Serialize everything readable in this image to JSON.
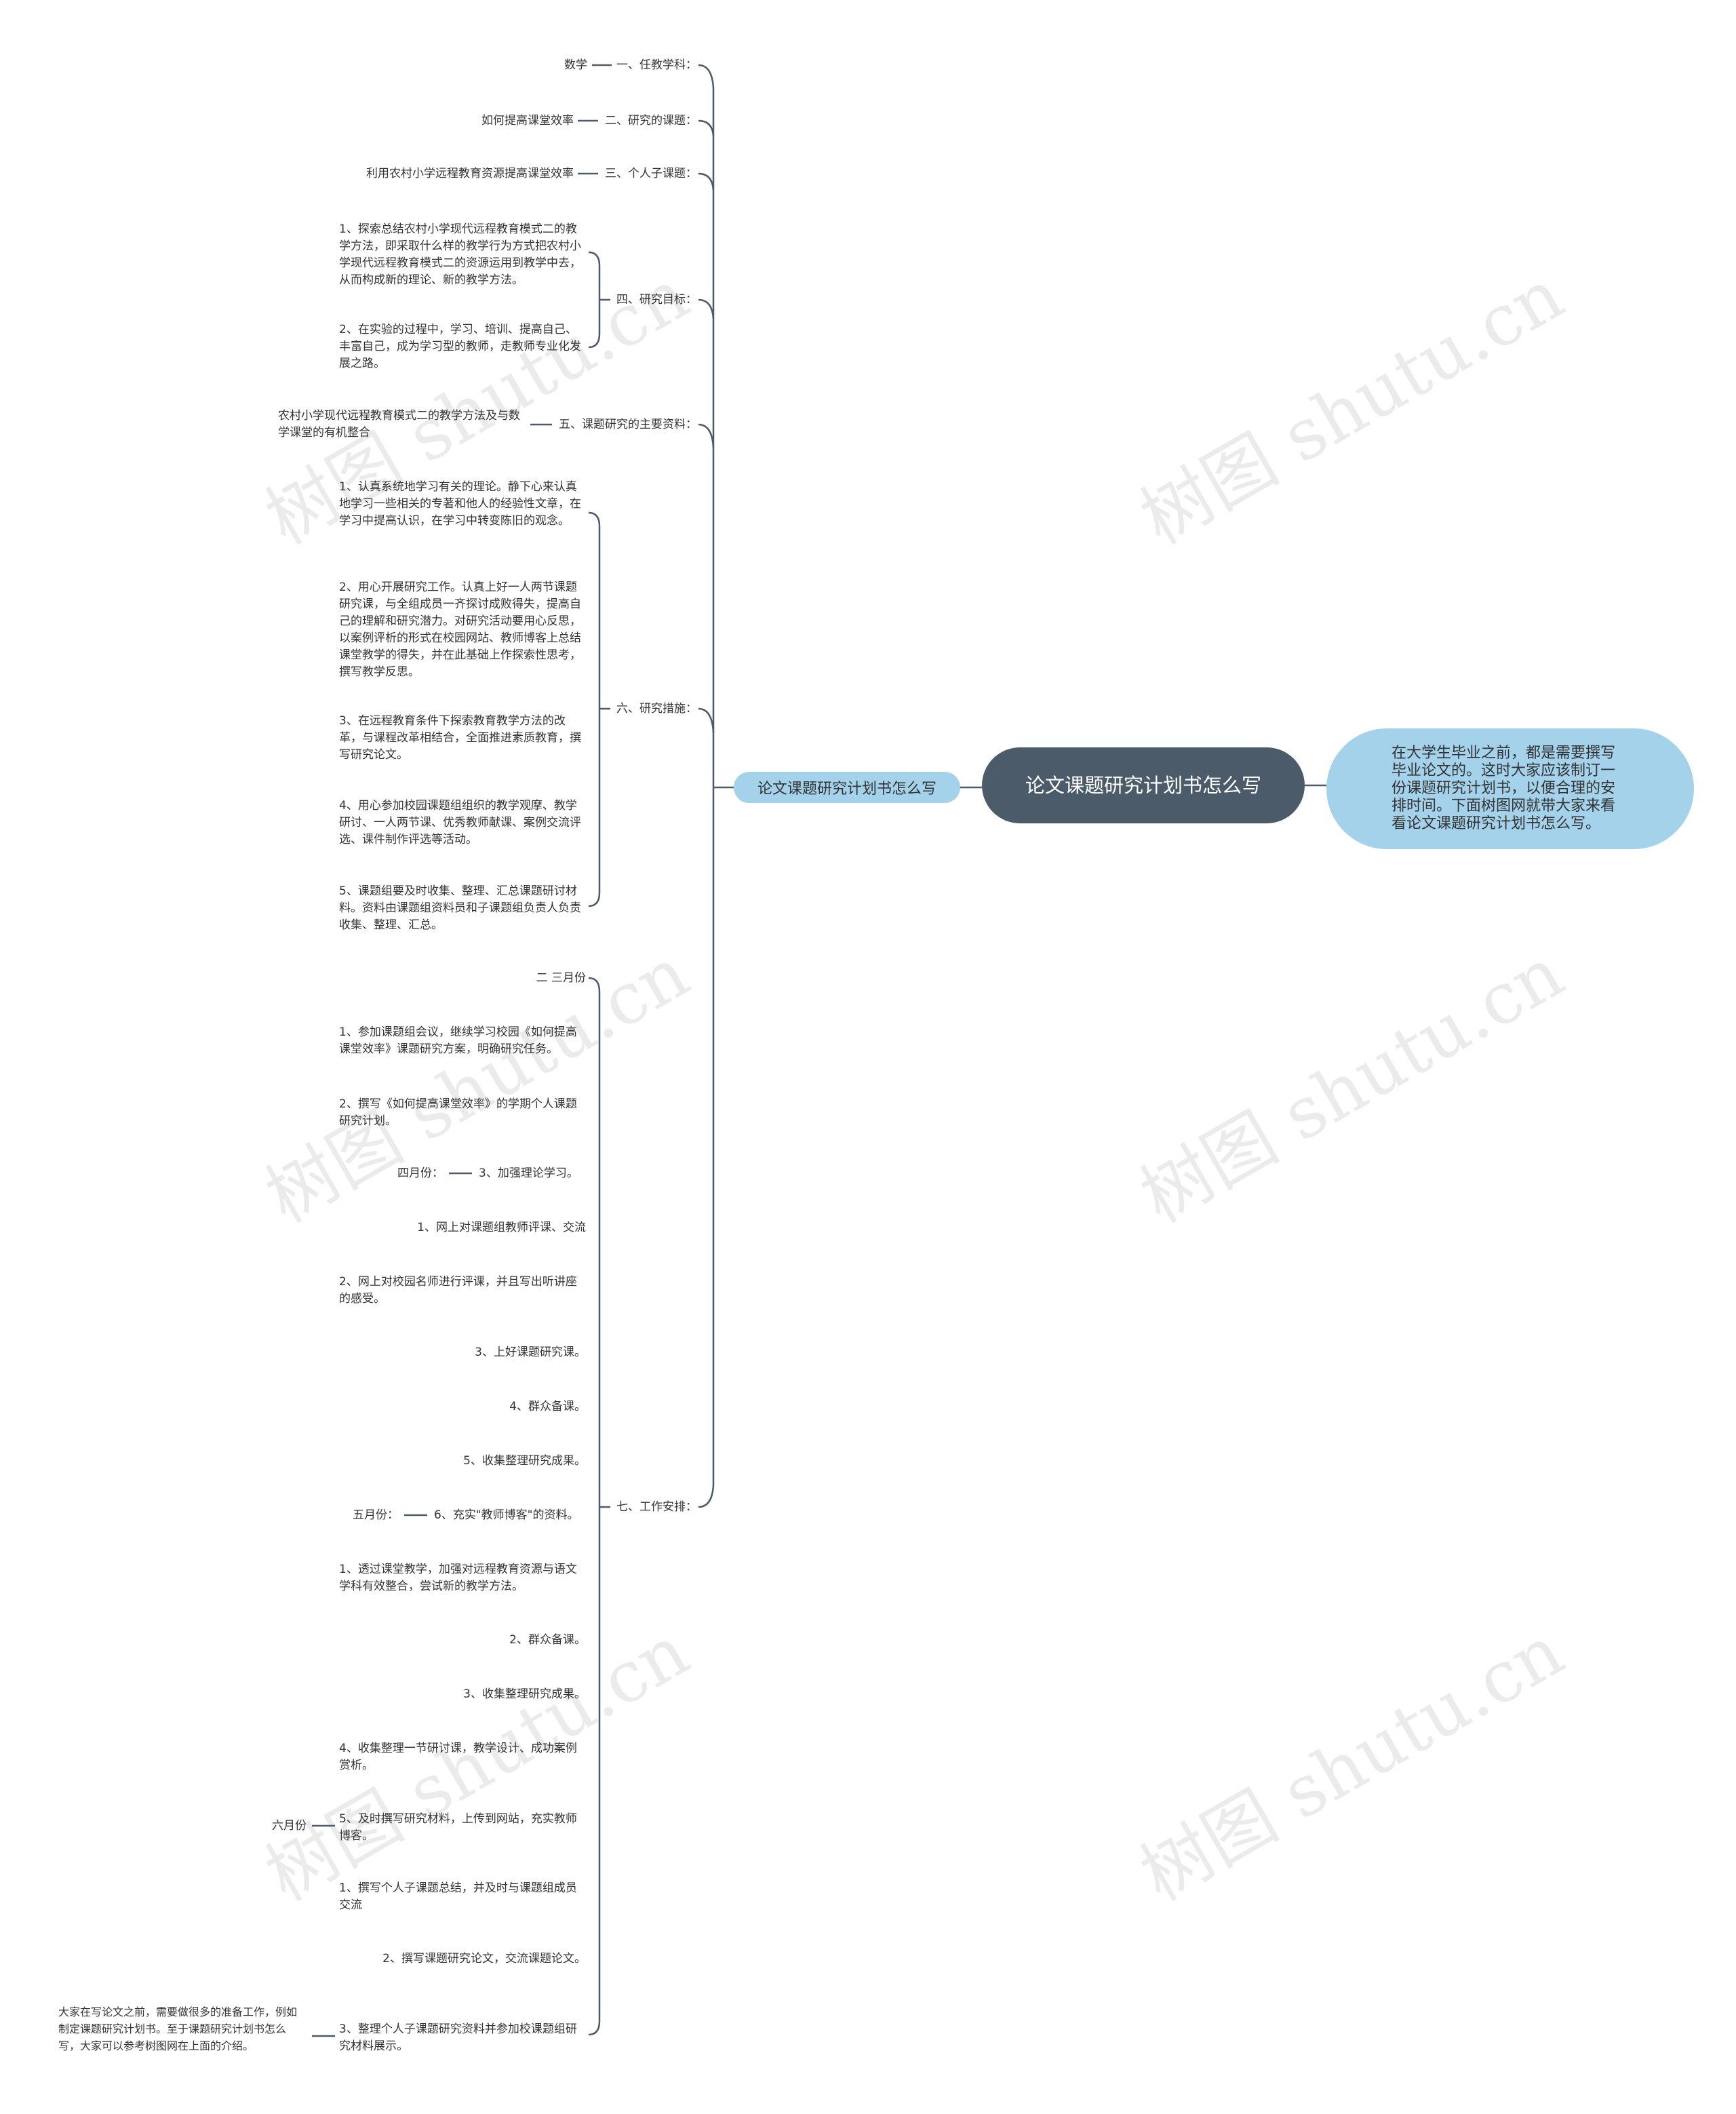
{
  "root": {
    "title": "论文课题研究计划书怎么写"
  },
  "summary": {
    "text": "在大学生毕业之前，都是需要撰写毕业论文的。这时大家应该制订一份课题研究计划书，以便合理的安排时间。下面树图网就带大家来看看论文课题研究计划书怎么写。"
  },
  "branch": {
    "label": "论文课题研究计划书怎么写",
    "groups": [
      {
        "label": "一、任教学科：",
        "children": [
          "数学"
        ]
      },
      {
        "label": "二、研究的课题：",
        "children": [
          "如何提高课堂效率"
        ]
      },
      {
        "label": "三、个人子课题：",
        "children": [
          "利用农村小学远程教育资源提高课堂效率"
        ]
      },
      {
        "label": "四、研究目标：",
        "children": [
          "1、探索总结农村小学现代远程教育模式二的教学方法，即采取什么样的教学行为方式把农村小学现代远程教育模式二的资源运用到教学中去，从而构成新的理论、新的教学方法。",
          "2、在实验的过程中，学习、培训、提高自己、丰富自己，成为学习型的教师，走教师专业化发展之路。"
        ]
      },
      {
        "label": "五、课题研究的主要资料：",
        "children": [
          "农村小学现代远程教育模式二的教学方法及与数学课堂的有机整合"
        ]
      },
      {
        "label": "六、研究措施：",
        "children": [
          "1、认真系统地学习有关的理论。静下心来认真地学习一些相关的专著和他人的经验性文章，在学习中提高认识，在学习中转变陈旧的观念。",
          "2、用心开展研究工作。认真上好一人两节课题研究课，与全组成员一齐探讨成败得失，提高自己的理解和研究潜力。对研究活动要用心反思，以案例评析的形式在校园网站、教师博客上总结课堂教学的得失，并在此基础上作探索性思考，撰写教学反思。",
          "3、在远程教育条件下探索教育教学方法的改革，与课程改革相结合，全面推进素质教育，撰写研究论文。",
          "4、用心参加校园课题组组织的教学观摩、教学研讨、一人两节课、优秀教师献课、案例交流评选、课件制作评选等活动。",
          "5、课题组要及时收集、整理、汇总课题研讨材料。资料由课题组资料员和子课题组负责人负责收集、整理、汇总。"
        ]
      },
      {
        "label": "七、工作安排：",
        "children": [
          "二 三月份",
          "1、参加课题组会议，继续学习校园《如何提高课堂效率》课题研究方案，明确研究任务。",
          "2、撰写《如何提高课堂效率》的学期个人课题研究计划。",
          "3、加强理论学习。",
          "1、网上对课题组教师评课、交流",
          "2、网上对校园名师进行评课，并且写出听讲座的感受。",
          "3、上好课题研究课。",
          "4、群众备课。",
          "5、收集整理研究成果。",
          "6、充实\"教师博客\"的资料。",
          "1、透过课堂教学，加强对远程教育资源与语文学科有效整合，尝试新的教学方法。",
          "2、群众备课。",
          "3、收集整理研究成果。",
          "4、收集整理一节研讨课，教学设计、成功案例赏析。",
          "5、及时撰写研究材料，上传到网站，充实教师博客。",
          "1、撰写个人子课题总结，并及时与课题组成员交流",
          "2、撰写课题研究论文，交流课题论文。",
          "3、整理个人子课题研究资料并参加校课题组研究材料展示。"
        ]
      }
    ],
    "sub_notes": {
      "april": "四月份：",
      "may": "五月份：",
      "june": "六月份",
      "footer": "大家在写论文之前，需要做很多的准备工作，例如制定课题研究计划书。至于课题研究计划书怎么写，大家可以参考树图网在上面的介绍。"
    }
  },
  "watermark": "树图 shutu.cn",
  "colors": {
    "root": "#4b5b6a",
    "branch": "#a3d2ea",
    "line": "#4b5b6a",
    "text": "#333333"
  }
}
